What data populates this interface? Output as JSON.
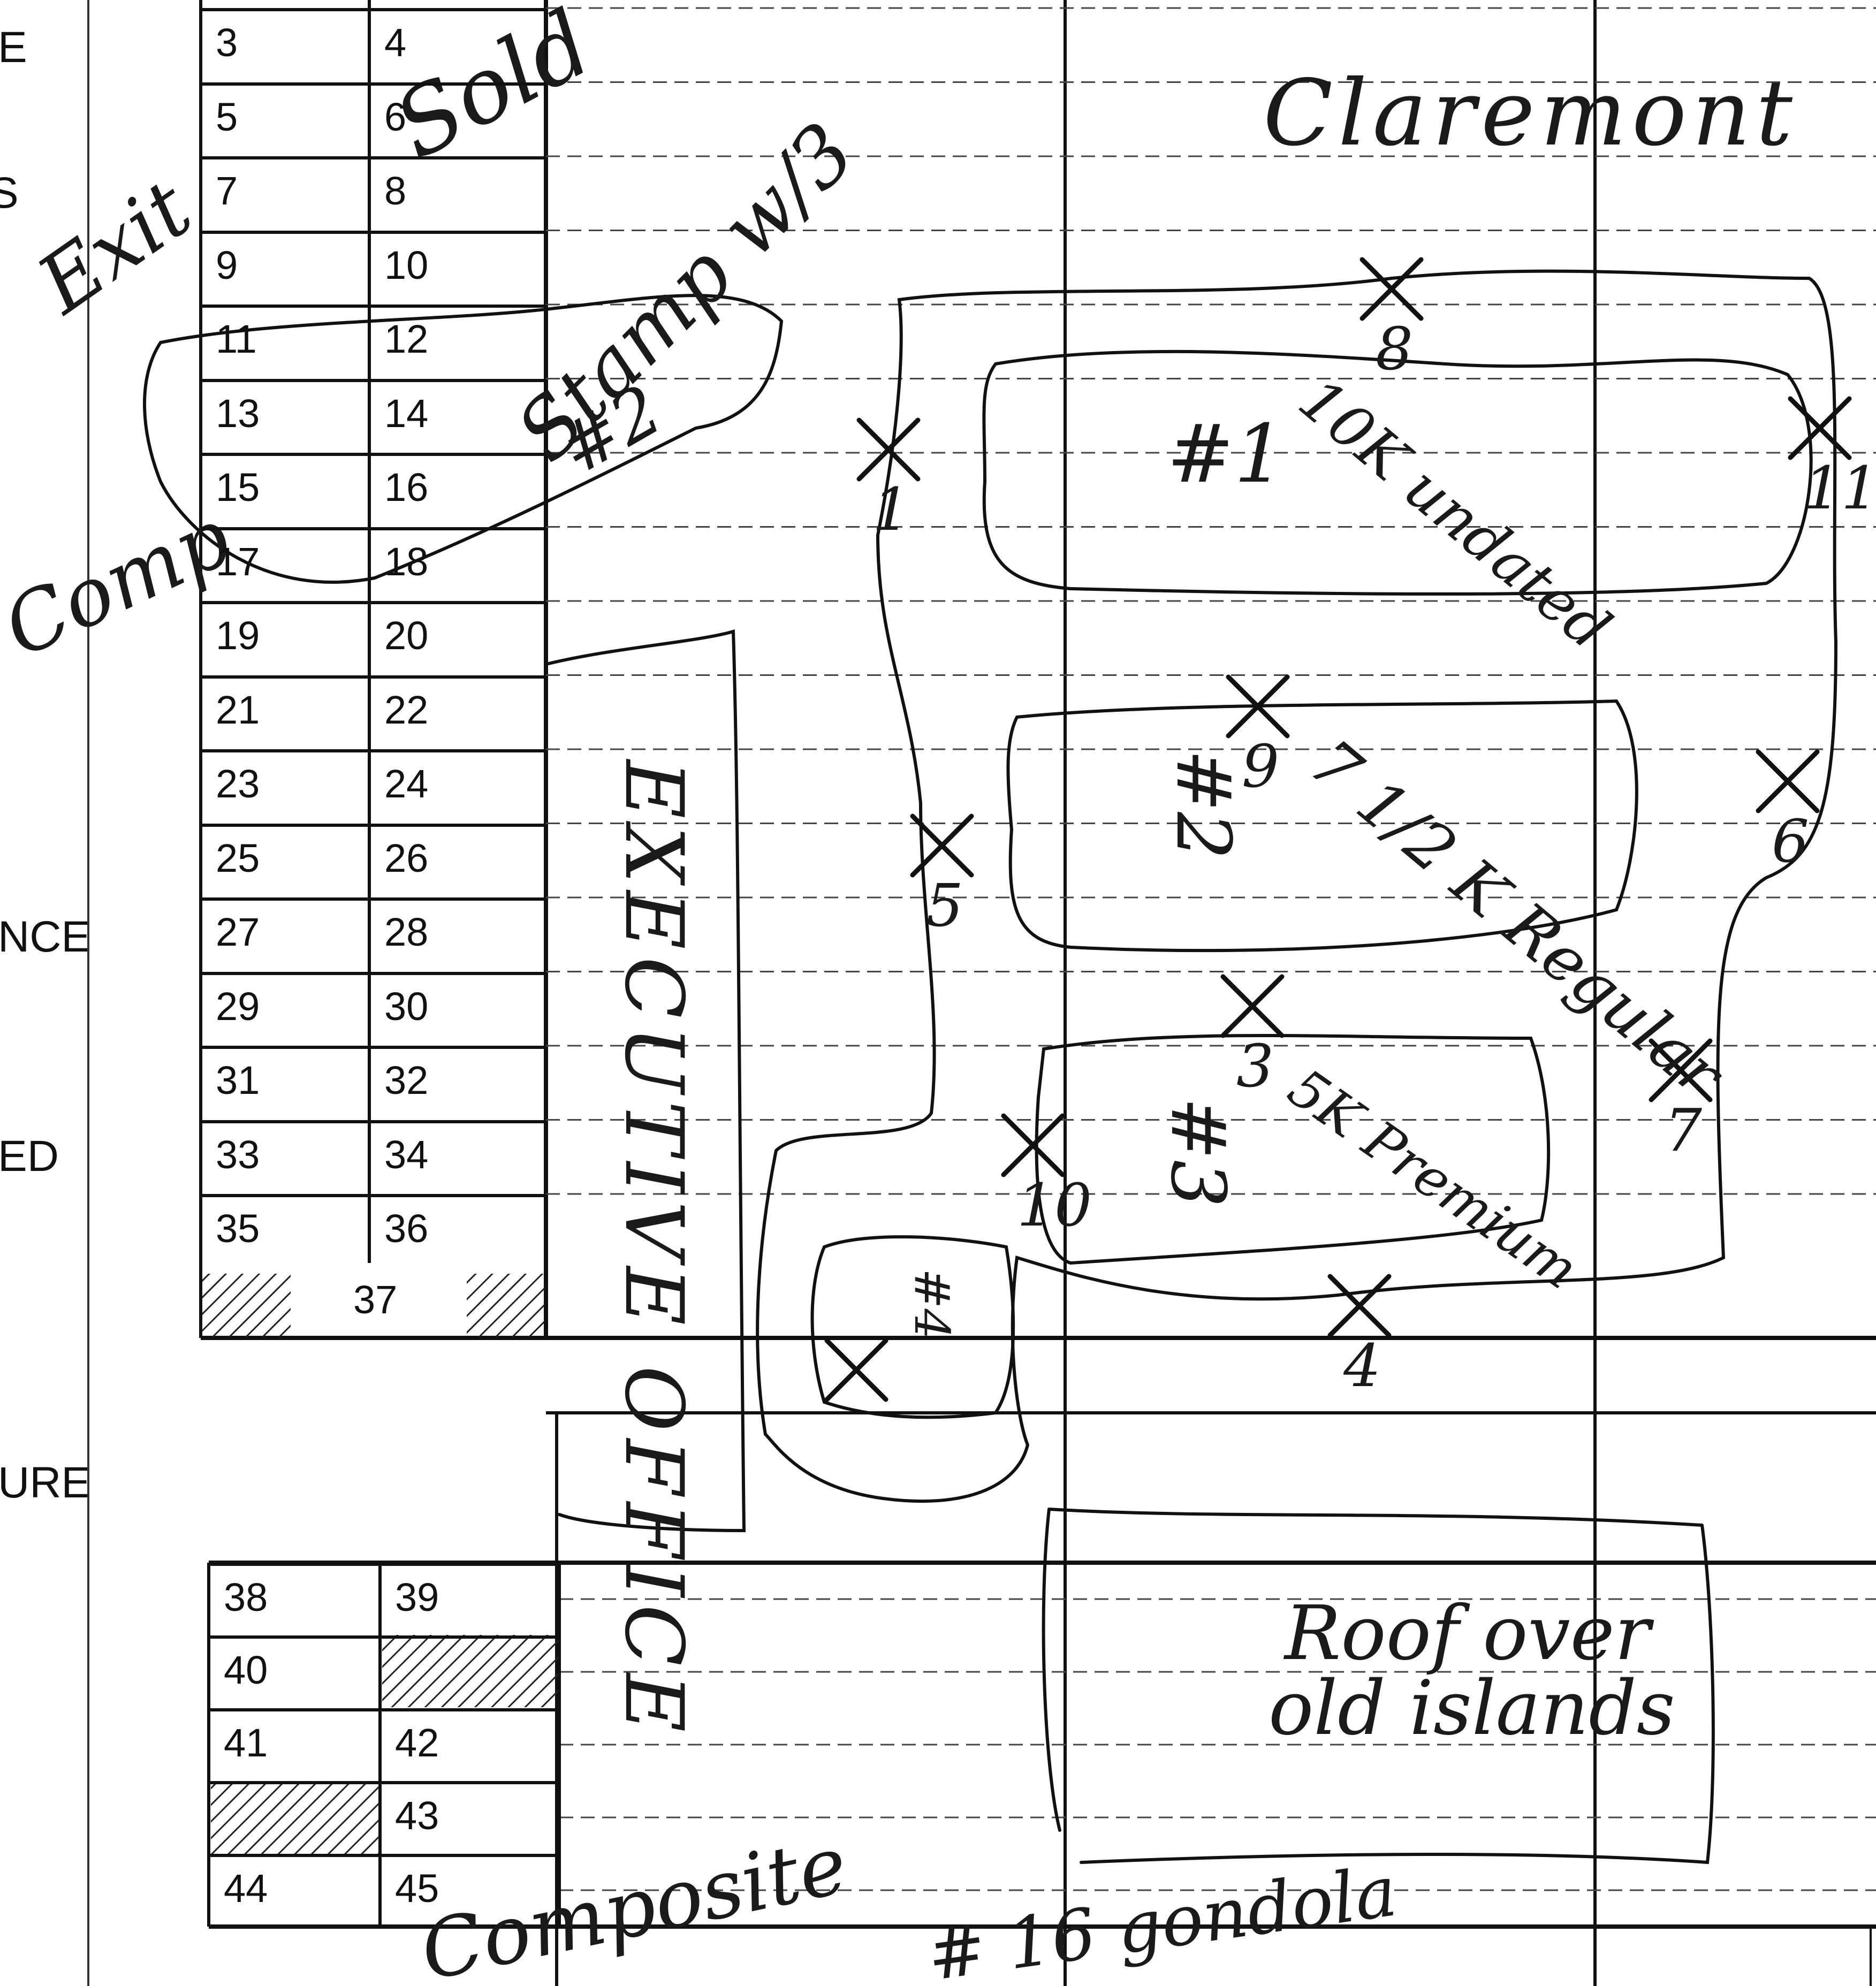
{
  "document": {
    "left_margin_labels": [
      "E",
      "S",
      "NCE",
      "ED",
      "URE"
    ],
    "upper_block_numbers": [
      [
        "3",
        "4"
      ],
      [
        "5",
        "6"
      ],
      [
        "7",
        "8"
      ],
      [
        "9",
        "10"
      ],
      [
        "11",
        "12"
      ],
      [
        "13",
        "14"
      ],
      [
        "15",
        "16"
      ],
      [
        "17",
        "18"
      ],
      [
        "19",
        "20"
      ],
      [
        "21",
        "22"
      ],
      [
        "23",
        "24"
      ],
      [
        "25",
        "26"
      ],
      [
        "27",
        "28"
      ],
      [
        "29",
        "30"
      ],
      [
        "31",
        "32"
      ],
      [
        "33",
        "34"
      ],
      [
        "35",
        "36"
      ]
    ],
    "upper_block_final": "37",
    "lower_block_numbers": [
      [
        "38",
        "39"
      ],
      [
        "40",
        ""
      ],
      [
        "41",
        "42"
      ],
      [
        "",
        "43"
      ],
      [
        "44",
        "45"
      ]
    ]
  },
  "handwriting": {
    "top_note": "Sold",
    "top_right_note": "Claremont",
    "left_note": "Exit",
    "left_lower_note": "Comp",
    "stamp_note": "Stamp w/3",
    "jump_note": "#2",
    "area_1_number": "#1",
    "area_1_note": "10K undated",
    "area_2_number": "#2",
    "area_2_note": "7 1/2 K Regular",
    "area_3_number": "#3",
    "area_3_note": "5K Premium",
    "area_4_number": "#4",
    "vertical_note": "EXECUTIVE OFFICE",
    "roof_note_line1": "Roof over",
    "roof_note_line2": "old islands",
    "bottom_note": "Composite",
    "bottom_number": "# 16 gondola",
    "marker_numbers": [
      "8",
      "11",
      "1",
      "5",
      "9",
      "6",
      "7",
      "3",
      "10",
      "4"
    ]
  }
}
